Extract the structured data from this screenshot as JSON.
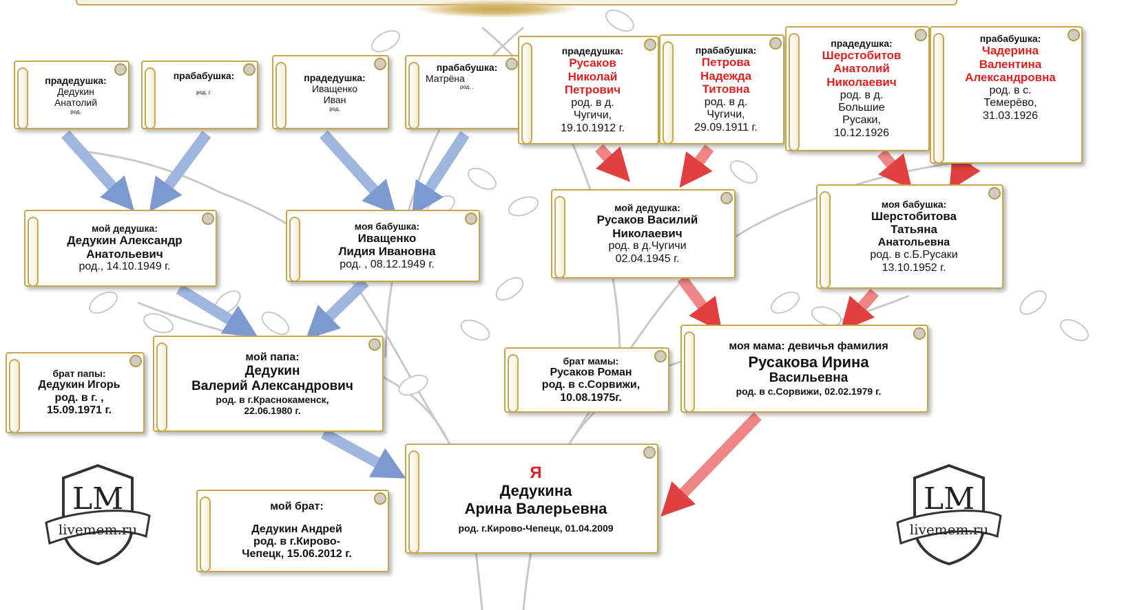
{
  "colors": {
    "paternal_arrow": "#7d9ad0",
    "maternal_arrow": "#e24040",
    "scroll_border": "#c9a64a",
    "highlight_text": "#e0201f"
  },
  "logo_text": "livemem.ru",
  "cards": {
    "ggf_pat1": {
      "label": "прадедушка:",
      "lines": [
        "Дедукин",
        "Анатолий"
      ],
      "note": "род."
    },
    "ggm_pat1": {
      "label": "прабабушка:",
      "note": "род. г."
    },
    "ggf_pat2": {
      "label": "прадедушка:",
      "lines": [
        "Иващенко",
        "Иван"
      ],
      "note": "род."
    },
    "ggm_pat2": {
      "label": "прабабушка:",
      "lines": [
        "Матрёна"
      ],
      "note": "род. ."
    },
    "ggf_mat1": {
      "label": "прадедушка:",
      "name": [
        "Русаков",
        "Николай",
        "Петрович"
      ],
      "info": [
        "род. в д.",
        "Чугичи,",
        "19.10.1912 г."
      ]
    },
    "ggm_mat1": {
      "label": "прабабушка:",
      "name": [
        "Петрова",
        "Надежда",
        "Титовна"
      ],
      "info": [
        "род. в д.",
        "Чугичи,",
        "29.09.1911 г."
      ]
    },
    "ggf_mat2": {
      "label": "прадедушка:",
      "name": [
        "Шерстобитов",
        "Анатолий",
        "Николаевич"
      ],
      "info": [
        "род. в д.",
        "Большие",
        "Русаки,",
        "10.12.1926"
      ]
    },
    "ggm_mat2": {
      "label": "прабабушка:",
      "name": [
        "Чадерина",
        "Валентина",
        "Александровна"
      ],
      "info": [
        "род. в с.",
        "Темерёво,",
        "31.03.1926"
      ]
    },
    "gf_pat": {
      "label": "мой дедушка:",
      "name": [
        "Дедукин Александр",
        "Анатольевич"
      ],
      "info": "род., 14.10.1949 г."
    },
    "gm_pat": {
      "label": "моя бабушка:",
      "name": [
        "Иващенко",
        "Лидия Ивановна"
      ],
      "info": "род. , 08.12.1949 г."
    },
    "gf_mat": {
      "label": "мой дедушка:",
      "name": [
        "Русаков Василий",
        "Николаевич"
      ],
      "info": [
        "род. в д.Чугичи",
        "02.04.1945 г."
      ]
    },
    "gm_mat": {
      "label": "моя бабушка:",
      "name": [
        "Шерстобитова",
        "Татьяна"
      ],
      "name2": "Анатольевна",
      "info": [
        "род. в с.Б.Русаки",
        "13.10.1952 г."
      ]
    },
    "uncle_pat": {
      "label": "брат папы:",
      "lines": [
        "Дедукин Игорь",
        "род. в г. ,",
        "15.09.1971 г."
      ]
    },
    "father": {
      "label": "мой папа:",
      "name": [
        "Дедукин",
        "Валерий Александрович"
      ],
      "info": [
        "род. в г.Краснокаменск,",
        "22.06.1980 г."
      ]
    },
    "uncle_mat": {
      "label": "брат мамы:",
      "lines": [
        "Русаков Роман",
        "род. в с.Сорвижи,",
        "10.08.1975г."
      ]
    },
    "mother": {
      "label": "моя мама: девичья фамилия",
      "name": [
        "Русакова Ирина",
        "Васильевна"
      ],
      "info": "род. в с.Сорвижи, 02.02.1979 г."
    },
    "brother": {
      "label": "мой брат:",
      "lines": [
        "Дедукин Андрей",
        "род. в г.Кирово-",
        "Чепецк, 15.06.2012 г."
      ]
    },
    "me": {
      "label": "Я",
      "name": [
        "Дедукина",
        "Арина Валерьевна"
      ],
      "info": "род. г.Кирово-Чепецк, 01.04.2009"
    }
  }
}
